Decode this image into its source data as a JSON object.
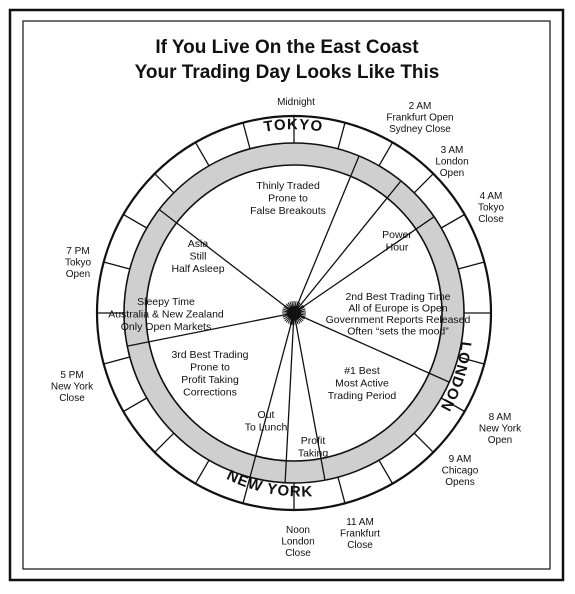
{
  "title": {
    "line1": "If You Live On the East Coast",
    "line2": "Your Trading Day Looks Like This"
  },
  "clock_labels": [
    {
      "id": "midnight",
      "lines": [
        "Midnight"
      ]
    },
    {
      "id": "2am",
      "lines": [
        "2 AM",
        "Frankfurt Open",
        "Sydney Close"
      ]
    },
    {
      "id": "3am",
      "lines": [
        "3 AM",
        "London",
        "Open"
      ]
    },
    {
      "id": "4am",
      "lines": [
        "4 AM",
        "Tokyo",
        "Close"
      ]
    },
    {
      "id": "7pm",
      "lines": [
        "7 PM",
        "Tokyo",
        "Open"
      ]
    },
    {
      "id": "5pm",
      "lines": [
        "5 PM",
        "New York",
        "Close"
      ]
    },
    {
      "id": "8am",
      "lines": [
        "8 AM",
        "New York",
        "Open"
      ]
    },
    {
      "id": "9am",
      "lines": [
        "9 AM",
        "Chicago",
        "Opens"
      ]
    },
    {
      "id": "noon",
      "lines": [
        "Noon",
        "London",
        "Close"
      ]
    },
    {
      "id": "11am",
      "lines": [
        "11 AM",
        "Frankfurt",
        "Close"
      ]
    }
  ],
  "wedges": [
    {
      "id": "thinly",
      "lines": [
        "Thinly Traded",
        "Prone to",
        "False Breakouts"
      ]
    },
    {
      "id": "asia",
      "lines": [
        "Asia",
        "Still",
        "Half Asleep"
      ]
    },
    {
      "id": "power",
      "lines": [
        "Power",
        "Hour"
      ]
    },
    {
      "id": "sleepy",
      "lines": [
        "Sleepy Time",
        "Australia & New Zealand",
        "Only Open Markets"
      ]
    },
    {
      "id": "second",
      "lines": [
        "2nd Best Trading Time",
        "All of Europe is Open",
        "Government Reports Released",
        "Often “sets the mood”"
      ]
    },
    {
      "id": "third",
      "lines": [
        "3rd Best Trading",
        "Prone to",
        "Profit Taking",
        "Corrections"
      ]
    },
    {
      "id": "first",
      "lines": [
        "#1 Best",
        "Most Active",
        "Trading Period"
      ]
    },
    {
      "id": "lunch",
      "lines": [
        "Out",
        "To Lunch"
      ]
    },
    {
      "id": "profit",
      "lines": [
        "Profit",
        "Taking"
      ]
    }
  ],
  "ring_labels": {
    "tokyo": "TOKYO",
    "london": "LONDON",
    "newyork": "NEW YORK"
  }
}
